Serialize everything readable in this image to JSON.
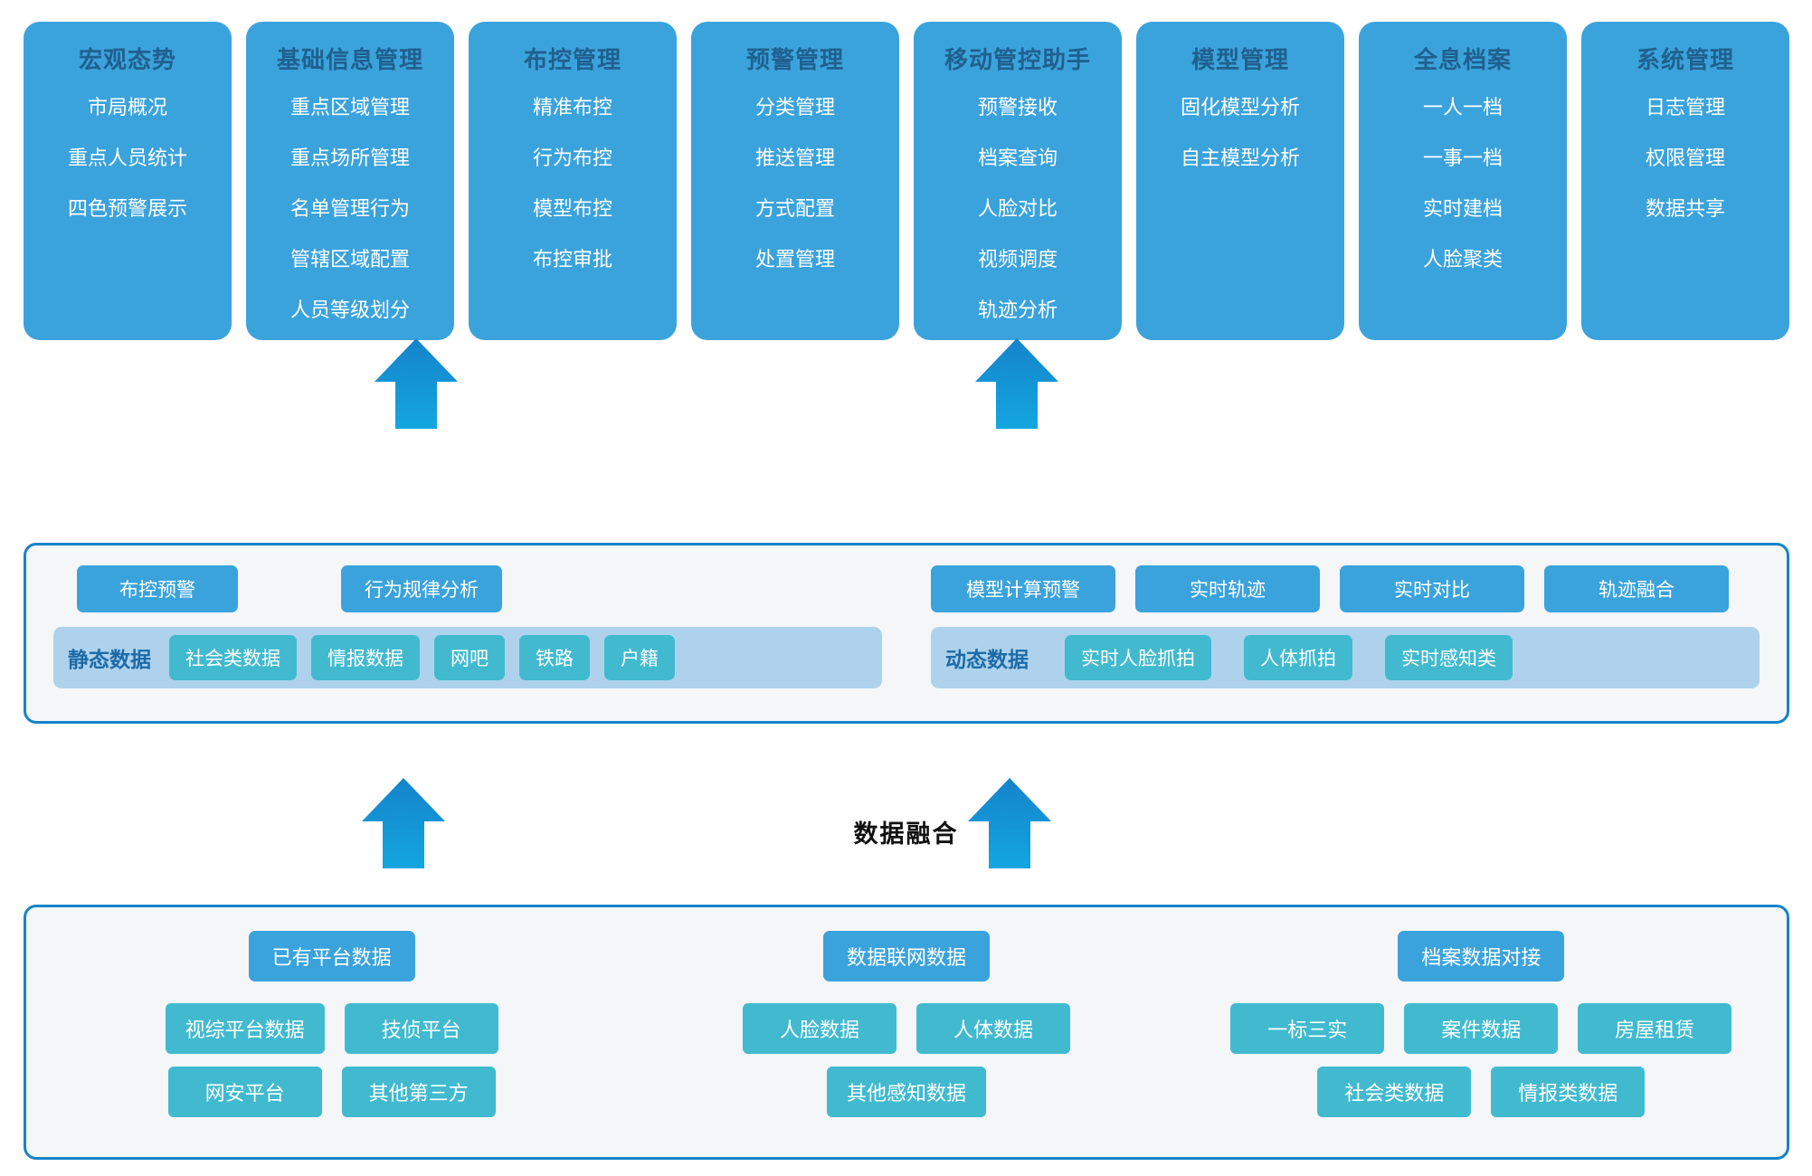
{
  "top_layer": {
    "modules": [
      {
        "title": "宏观态势",
        "items": [
          "市局概况",
          "重点人员统计",
          "四色预警展示"
        ]
      },
      {
        "title": "基础信息管理",
        "items": [
          "重点区域管理",
          "重点场所管理",
          "名单管理行为",
          "管辖区域配置",
          "人员等级划分"
        ]
      },
      {
        "title": "布控管理",
        "items": [
          "精准布控",
          "行为布控",
          "模型布控",
          "布控审批"
        ]
      },
      {
        "title": "预警管理",
        "items": [
          "分类管理",
          "推送管理",
          "方式配置",
          "处置管理"
        ]
      },
      {
        "title": "移动管控助手",
        "items": [
          "预警接收",
          "档案查询",
          "人脸对比",
          "视频调度",
          "轨迹分析"
        ]
      },
      {
        "title": "模型管理",
        "items": [
          "固化模型分析",
          "自主模型分析"
        ]
      },
      {
        "title": "全息档案",
        "items": [
          "一人一档",
          "一事一档",
          "实时建档",
          "人脸聚类"
        ]
      },
      {
        "title": "系统管理",
        "items": [
          "日志管理",
          "权限管理",
          "数据共享"
        ]
      }
    ]
  },
  "middle_layer": {
    "static_group": {
      "capabilities": [
        "布控预警",
        "行为规律分析"
      ],
      "band_title": "静态数据",
      "data_chips": [
        "社会类数据",
        "情报数据",
        "网吧",
        "铁路",
        "户籍"
      ]
    },
    "dynamic_group": {
      "capabilities": [
        "模型计算预警",
        "实时轨迹",
        "实时对比",
        "轨迹融合"
      ],
      "band_title": "动态数据",
      "data_chips": [
        "实时人脸抓拍",
        "人体抓拍",
        "实时感知类"
      ]
    }
  },
  "fusion_label": "数据融合",
  "bottom_layer": {
    "groups": [
      {
        "head": "已有平台数据",
        "rows": [
          [
            "视综平台数据",
            "技侦平台"
          ],
          [
            "网安平台",
            "其他第三方"
          ]
        ]
      },
      {
        "head": "数据联网数据",
        "rows": [
          [
            "人脸数据",
            "人体数据"
          ],
          [
            "其他感知数据"
          ]
        ]
      },
      {
        "head": "档案数据对接",
        "rows": [
          [
            "一标三实",
            "案件数据",
            "房屋租赁"
          ],
          [
            "社会类数据",
            "情报类数据"
          ]
        ]
      }
    ]
  },
  "arrows": {
    "names": [
      "arrow-static-to-modules",
      "arrow-dynamic-to-modules",
      "arrow-source-to-static",
      "arrow-source-to-dynamic"
    ]
  },
  "colors": {
    "card_blue": "#3BA3DC",
    "card_title_blue": "#20608F",
    "band_blue": "#AED2EC",
    "chip_teal": "#41BACF",
    "panel_border": "#1583CB",
    "panel_bg": "#F4F6F8",
    "arrow_top": "#1583CB",
    "arrow_bottom": "#14A6E0"
  }
}
